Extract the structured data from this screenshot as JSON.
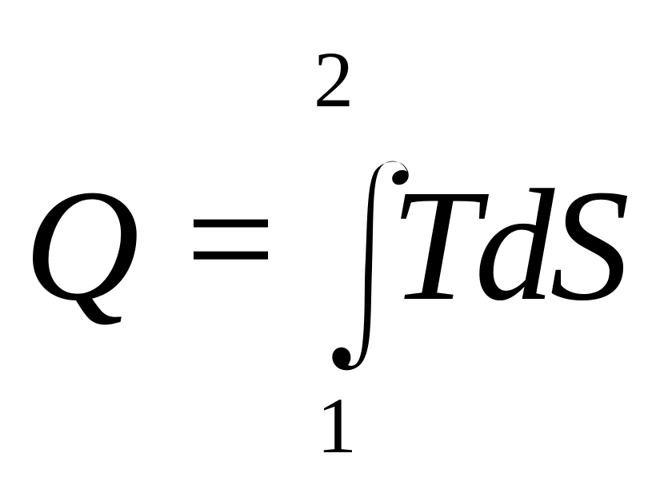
{
  "formula": {
    "lhs": "Q",
    "equals": "=",
    "integral_symbol": "∫",
    "upper_limit": "2",
    "lower_limit": "1",
    "integrand": "TdS"
  }
}
